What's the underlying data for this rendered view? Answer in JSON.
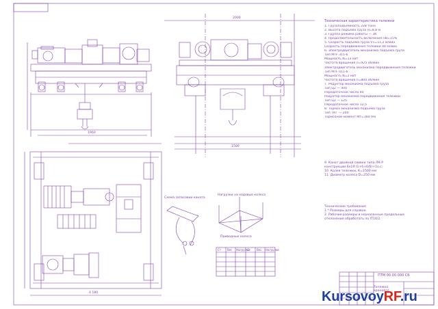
{
  "tech_title": "Техническая характеристика тележки",
  "tech_lines": [
    "1. Грузоподъемность 2х8 тонн",
    "2. Высота подъема груза Н=8,8 м",
    "3. Группа режима работы — 3К",
    "4. Продолжительность включения ПВ=15%",
    "5. Скорость подъема груза V1=11,2 м/мин",
    "   Скорость передвижения тележки 40 м/мин",
    "6. Электродвигатель механизма подъема груза",
    "   Тип МТF 311-6",
    "   Мощность N=13 кВт",
    "   Частота вращения n=925 об/мин",
    "   Электродвигатель механизма передвижения тележки",
    "   Тип МТF 011-6",
    "   Мощность N=2 кВт",
    "   Частота вращения n=800 об/мин",
    "7. Редуктор механизма подъема груза",
    "   Тип Ц2 — 400",
    "   Передаточное число 40",
    "   Редуктор механизма передвижения тележки",
    "   Тип Ц2 — 125",
    "   Передаточное число 12,5",
    "8. Тормоз механизма подъема груза",
    "   Тип ТКГ — 200",
    "   Тормозной момент Мт=160 Нм"
  ],
  "tech_lines2": [
    "9. Канат двойной свивки типа ЛК-Р",
    "   конструкции 6х19 (1+6+6/6)+1о.с.",
    "10. Колея тележки, К=1500 мм",
    "11. Диаметр колеса D=250 мм"
  ],
  "req_title": "Технические требования",
  "req_lines": [
    "1.* Размеры для справок.",
    "2. Рабочие размеры и неуказанные предельные",
    "   отклонения обработать по IT14/2."
  ],
  "labels": {
    "rope_scheme": "Схема запасовки каната",
    "loads_scheme": "Нагрузки на ходовые колеса",
    "wheel_scheme": "Приводные колеса",
    "dim_bottom": "4 180",
    "dim_main": "1960",
    "dim_side": "1500",
    "dim_top": "2000"
  },
  "table_headers": [
    "Ст",
    "Вес",
    "Нагрузки",
    "Ст",
    "Вес",
    "Нагрузки"
  ],
  "stamp": {
    "code": "ПТМ 00.00.000 СБ",
    "name": "Тележка крановая"
  },
  "logo": {
    "part1": "Kursovoy",
    "part2": "RF",
    "part3": ".ru"
  },
  "colors": {
    "line": "#7f3fb0",
    "logo_blue": "#1f3fa0",
    "logo_red": "#d9261c"
  }
}
